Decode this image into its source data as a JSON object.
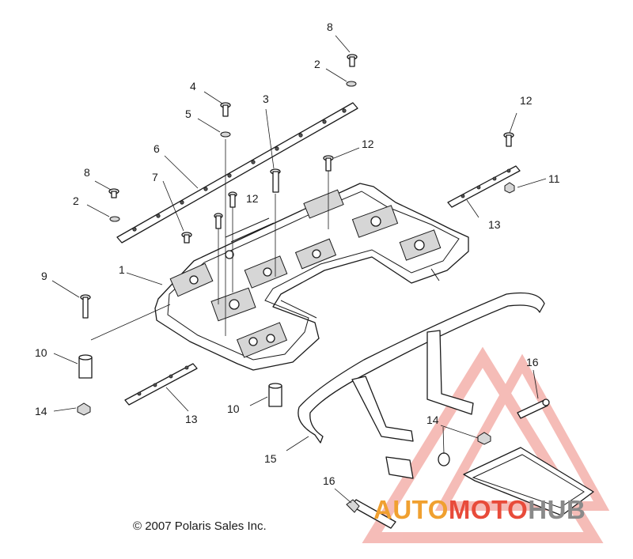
{
  "diagram": {
    "callouts": {
      "c1": "1",
      "c2a": "2",
      "c2b": "2",
      "c3": "3",
      "c4": "4",
      "c5": "5",
      "c6": "6",
      "c7": "7",
      "c8a": "8",
      "c8b": "8",
      "c9": "9",
      "c10a": "10",
      "c10b": "10",
      "c11": "11",
      "c12a": "12",
      "c12b": "12",
      "c12c": "12",
      "c13a": "13",
      "c13b": "13",
      "c14a": "14",
      "c14b": "14",
      "c15": "15",
      "c16a": "16",
      "c16b": "16"
    },
    "copyright": "© 2007 Polaris Sales Inc.",
    "watermark": {
      "part1": "AUTO",
      "part2": "MOTO",
      "part3": "HUB",
      "colors": {
        "orange": "#f0a030",
        "red": "#e84b3a",
        "gray": "#8a8a8a"
      }
    }
  }
}
